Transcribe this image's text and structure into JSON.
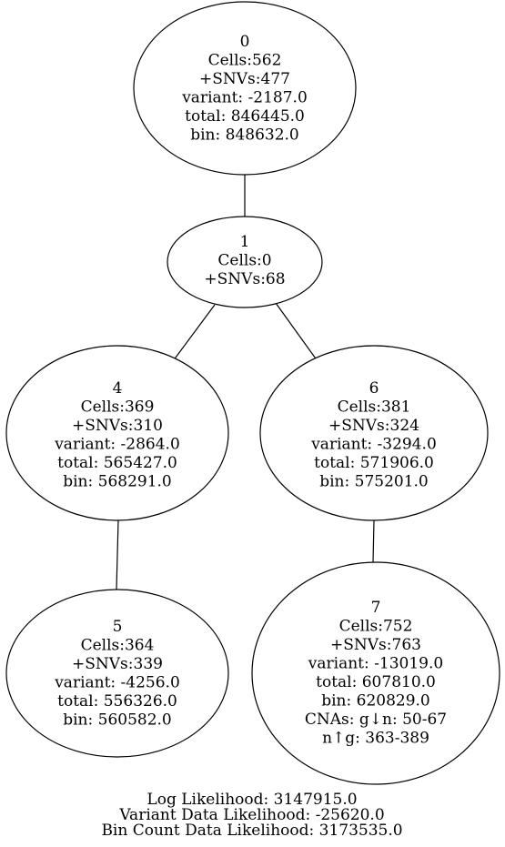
{
  "diagram": {
    "type": "tree",
    "colors": {
      "stroke": "#000000",
      "fill": "#ffffff",
      "text": "#000000"
    },
    "nodes": [
      {
        "id": "0",
        "lines": [
          "0",
          "Cells:562",
          "+SNVs:477",
          "variant: -2187.0",
          "total: 846445.0",
          "bin: 848632.0"
        ]
      },
      {
        "id": "1",
        "lines": [
          "1",
          "Cells:0",
          "+SNVs:68"
        ]
      },
      {
        "id": "4",
        "lines": [
          "4",
          "Cells:369",
          "+SNVs:310",
          "variant: -2864.0",
          "total: 565427.0",
          "bin: 568291.0"
        ]
      },
      {
        "id": "6",
        "lines": [
          "6",
          "Cells:381",
          "+SNVs:324",
          "variant: -3294.0",
          "total: 571906.0",
          "bin: 575201.0"
        ]
      },
      {
        "id": "5",
        "lines": [
          "5",
          "Cells:364",
          "+SNVs:339",
          "variant: -4256.0",
          "total: 556326.0",
          "bin: 560582.0"
        ]
      },
      {
        "id": "7",
        "lines": [
          "7",
          "Cells:752",
          "+SNVs:763",
          "variant: -13019.0",
          "total: 607810.0",
          "bin: 620829.0",
          "CNAs: g↓n: 50-67",
          "n↑g: 363-389"
        ]
      }
    ],
    "edges": [
      [
        "0",
        "1"
      ],
      [
        "1",
        "4"
      ],
      [
        "1",
        "6"
      ],
      [
        "4",
        "5"
      ],
      [
        "6",
        "7"
      ]
    ],
    "footer": [
      "Log Likelihood: 3147915.0",
      "Variant Data Likelihood: -25620.0",
      "Bin Count Data Likelihood: 3173535.0"
    ]
  }
}
